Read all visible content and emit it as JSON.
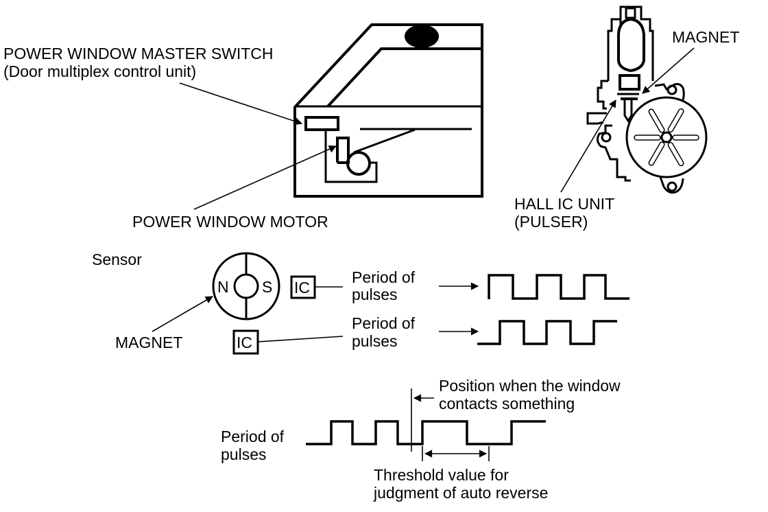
{
  "colors": {
    "ink": "#000000",
    "background": "#ffffff"
  },
  "door_diagram": {
    "master_switch_label": "POWER WINDOW MASTER SWITCH",
    "master_switch_sublabel": "(Door multiplex control unit)",
    "motor_label": "POWER WINDOW MOTOR"
  },
  "motor_detail": {
    "magnet_label": "MAGNET",
    "hall_ic_label_line1": "HALL IC UNIT",
    "hall_ic_label_line2": "(PULSER)"
  },
  "sensor": {
    "title": "Sensor",
    "pole_north": "N",
    "pole_south": "S",
    "magnet_label": "MAGNET",
    "ic_label": "IC",
    "signal_1": {
      "line1": "Period of",
      "line2": "pulses"
    },
    "signal_2": {
      "line1": "Period of",
      "line2": "pulses"
    }
  },
  "auto_reverse": {
    "signal_label_line1": "Period of",
    "signal_label_line2": "pulses",
    "contact_label_line1": "Position when the window",
    "contact_label_line2": "contacts something",
    "threshold_label_line1": "Threshold value for",
    "threshold_label_line2": "judgment of auto reverse"
  }
}
